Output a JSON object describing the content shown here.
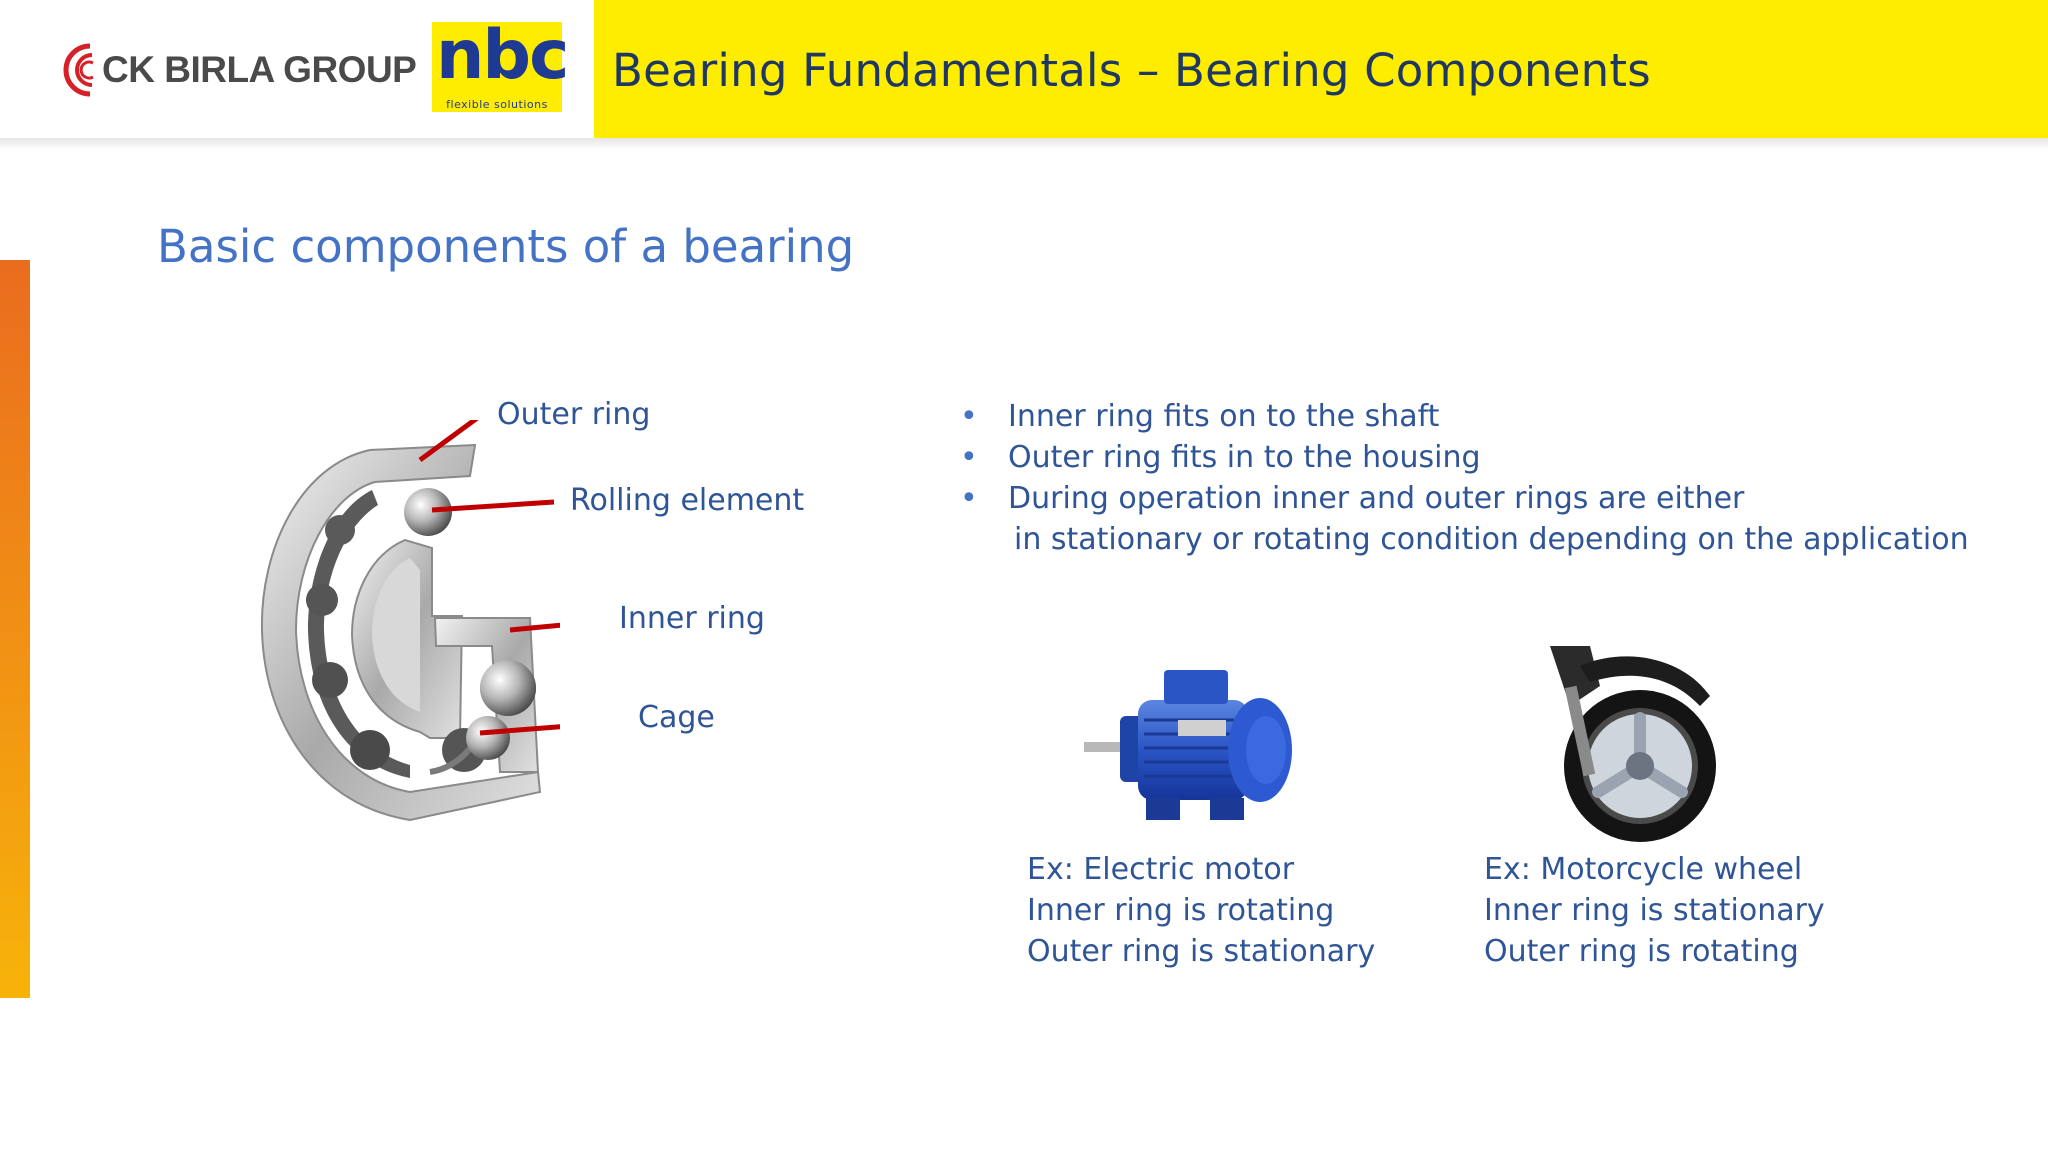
{
  "header": {
    "title": "Bearing Fundamentals – Bearing Components",
    "ck_logo_text": "CK BIRLA GROUP",
    "nbc_logo_text": "nbc",
    "nbc_tagline": "flexible solutions"
  },
  "subtitle": "Basic components of a bearing",
  "diagram": {
    "labels": {
      "outer_ring": "Outer ring",
      "rolling_element": "Rolling element",
      "inner_ring": "Inner ring",
      "cage": "Cage"
    }
  },
  "bullets": [
    "Inner ring fits on to the shaft",
    "Outer ring fits in to the housing",
    "During operation inner and outer rings are either",
    "in stationary or rotating condition depending on the application"
  ],
  "bullet_glyph": "•",
  "examples": {
    "motor": {
      "title": "Ex: Electric motor",
      "inner": "Inner ring is rotating",
      "outer": "Outer ring is stationary"
    },
    "motorcycle": {
      "title": "Ex: Motorcycle wheel",
      "inner": "Inner ring is stationary",
      "outer": "Outer ring is rotating"
    }
  },
  "colors": {
    "header_yellow": "#ffed00",
    "title_blue": "#4472c4",
    "text_blue": "#2f5597",
    "leader_red": "#c00000",
    "accent_orange": "#ea6c1f"
  }
}
